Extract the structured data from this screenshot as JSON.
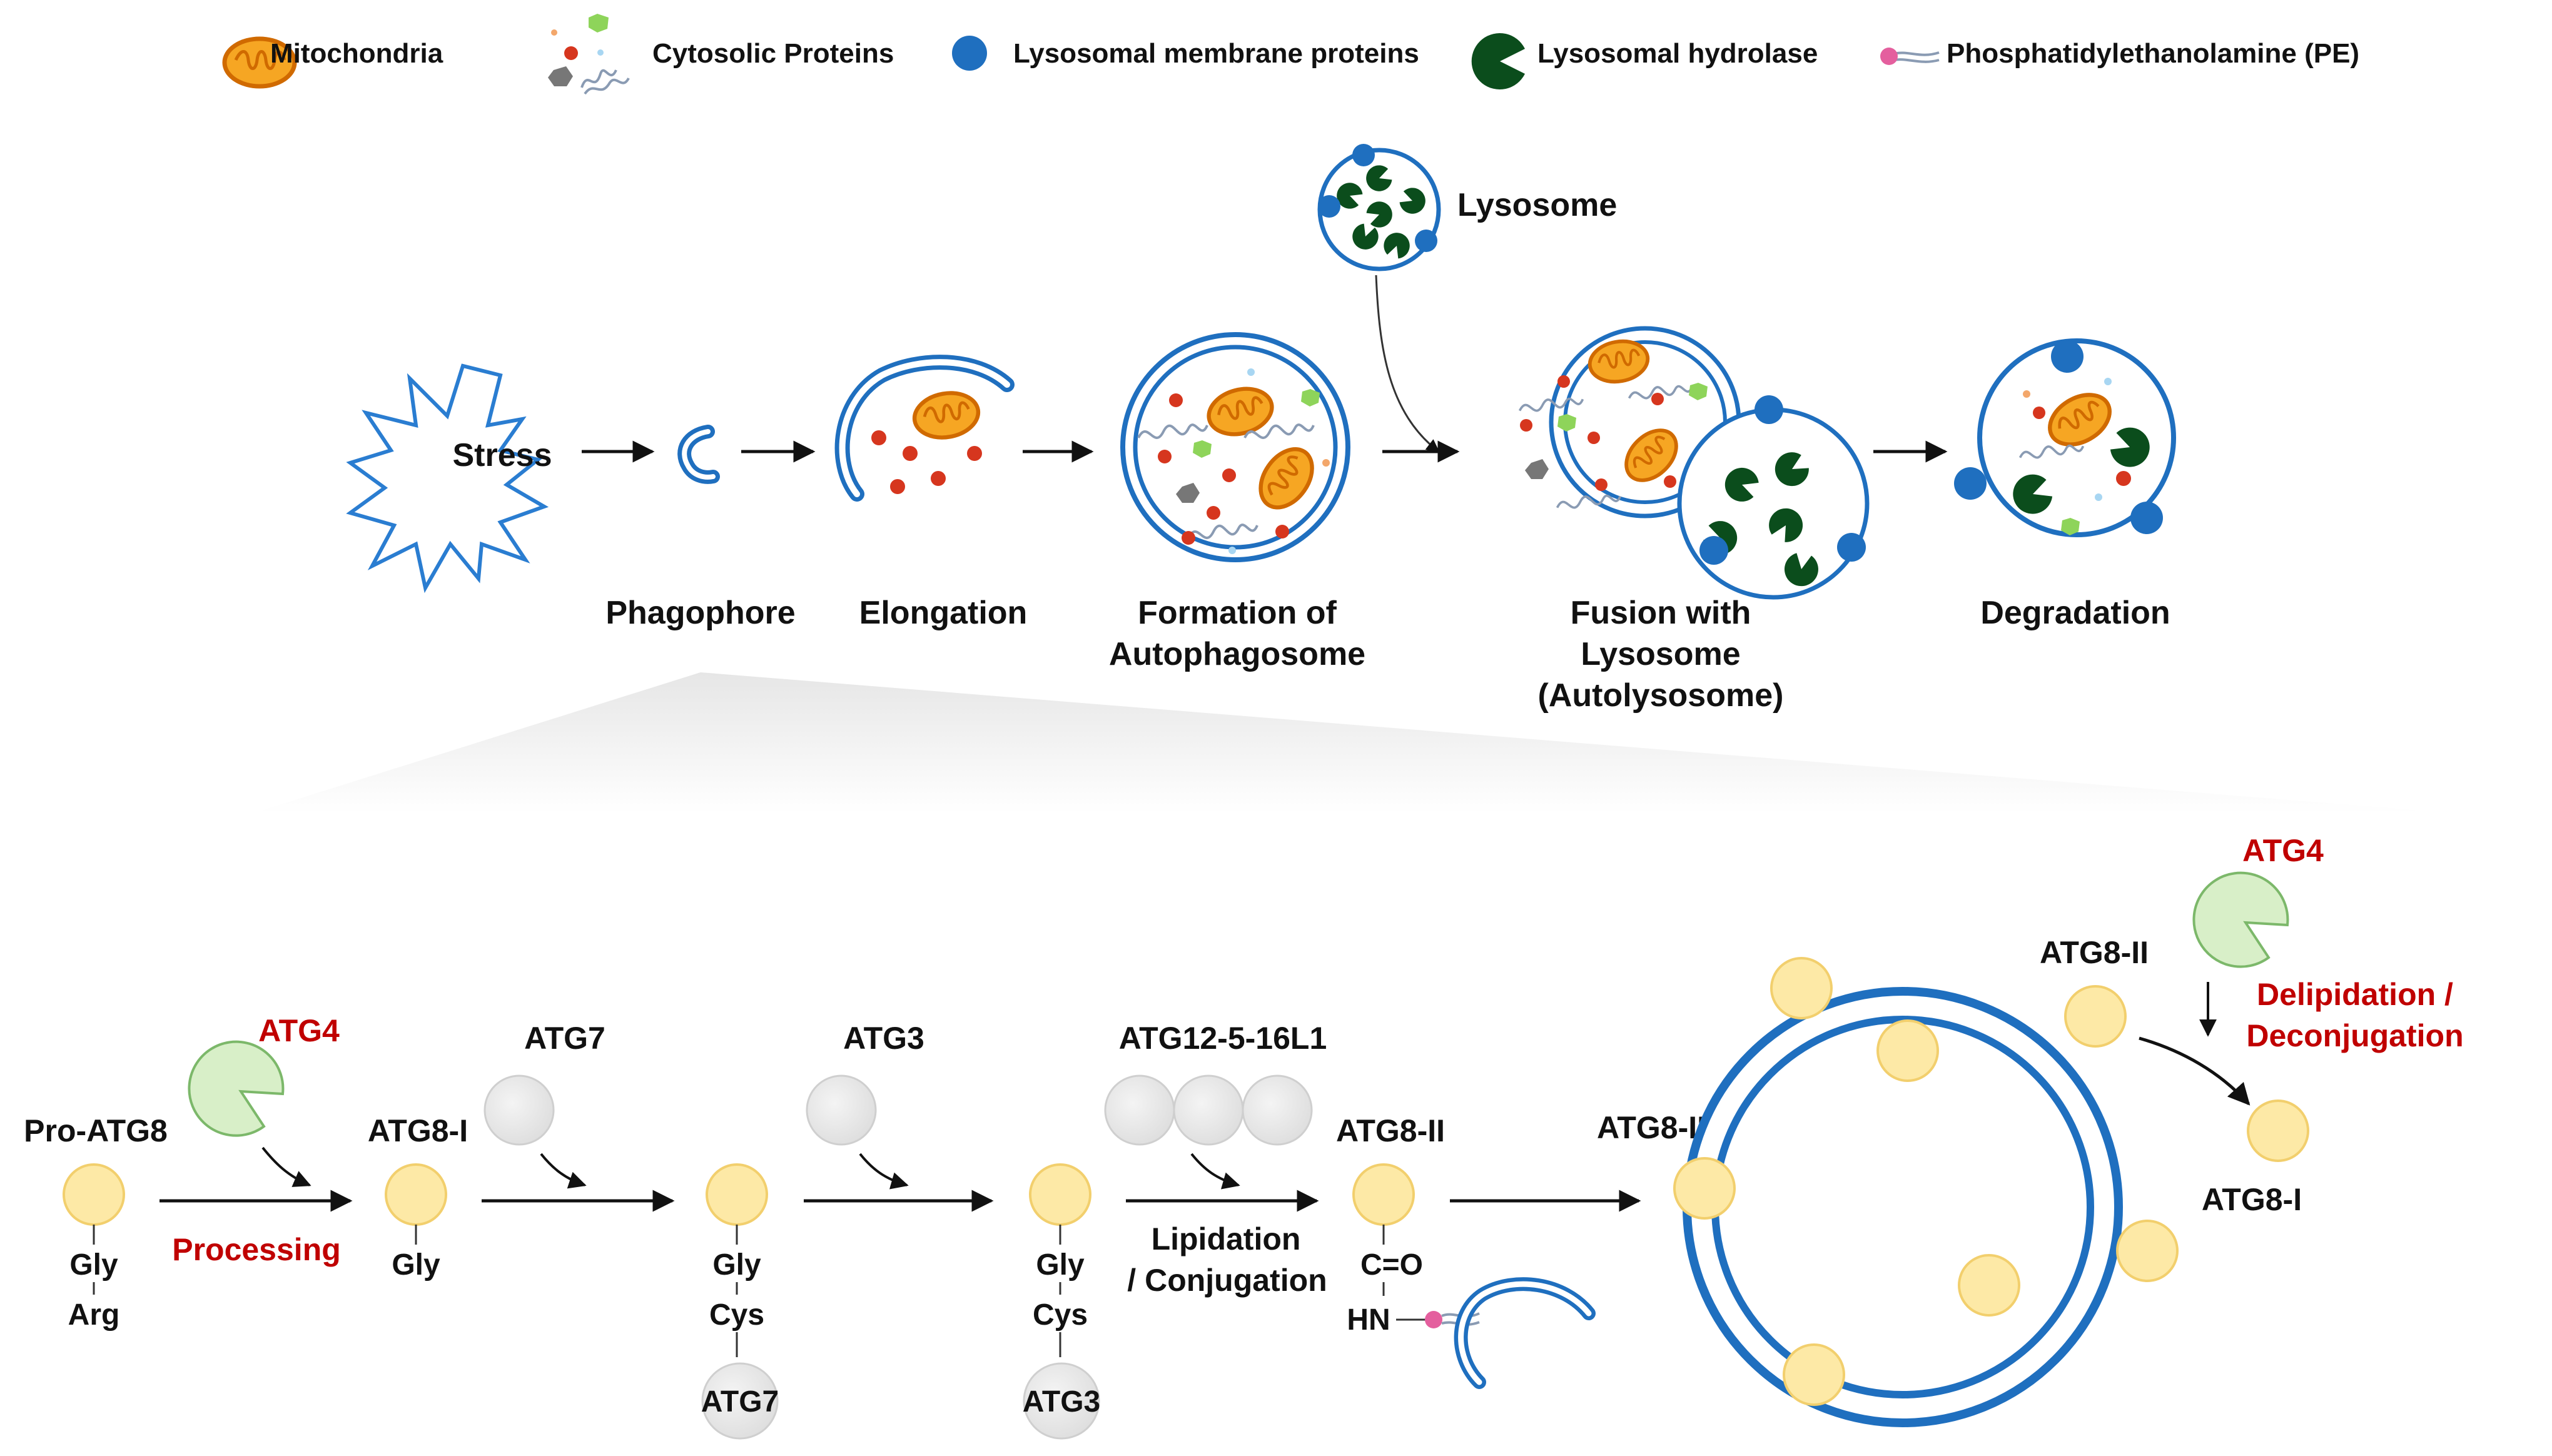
{
  "colors": {
    "membrane": "#1f6fbf",
    "lysosome_protein": "#1f6fbf",
    "hydrolase": "#0b4d1c",
    "mito_fill": "#f6a623",
    "mito_edge": "#d06a00",
    "protein_red": "#d6361e",
    "protein_green": "#8ed45a",
    "protein_gray": "#777777",
    "atg8_fill": "#fde9a6",
    "atg8_edge": "#f2cf6d",
    "enzyme_fill": "#e4e4e4",
    "atg4_fill": "#d8efc8",
    "atg4_edge": "#7cb86a",
    "highlight_red": "#c00000",
    "pe_head": "#e45f9e"
  },
  "legend": [
    {
      "icon": "mitochondria-icon",
      "label": "Mitochondria"
    },
    {
      "icon": "cytosolic-proteins-icon",
      "label": "Cytosolic Proteins"
    },
    {
      "icon": "lysosomal-membrane-protein-icon",
      "label": "Lysosomal membrane proteins"
    },
    {
      "icon": "lysosomal-hydrolase-icon",
      "label": "Lysosomal hydrolase"
    },
    {
      "icon": "phosphatidylethanolamine-icon",
      "label": "Phosphatidylethanolamine (PE)"
    }
  ],
  "top": {
    "stress": "Stress",
    "lysosome": "Lysosome",
    "stages": {
      "phagophore": [
        "Phagophore"
      ],
      "elongation": [
        "Elongation"
      ],
      "formation": [
        "Formation of",
        "Autophagosome"
      ],
      "fusion": [
        "Fusion with",
        "Lysosome",
        "(Autolysosome)"
      ],
      "degradation": [
        "Degradation"
      ]
    }
  },
  "bottom": {
    "pro_atg8": "Pro-ATG8",
    "atg8_i": "ATG8-I",
    "atg8_ii": "ATG8-II",
    "atg4": "ATG4",
    "atg7": "ATG7",
    "atg3": "ATG3",
    "atg12_complex": "ATG12-5-16L1",
    "processing": "Processing",
    "lipidation": [
      "Lipidation",
      "/ Conjugation"
    ],
    "delipidation": [
      "Delipidation /",
      "Deconjugation"
    ],
    "residues": {
      "gly": "Gly",
      "arg": "Arg",
      "cys": "Cys",
      "co": "C=O",
      "hn": "HN"
    }
  }
}
